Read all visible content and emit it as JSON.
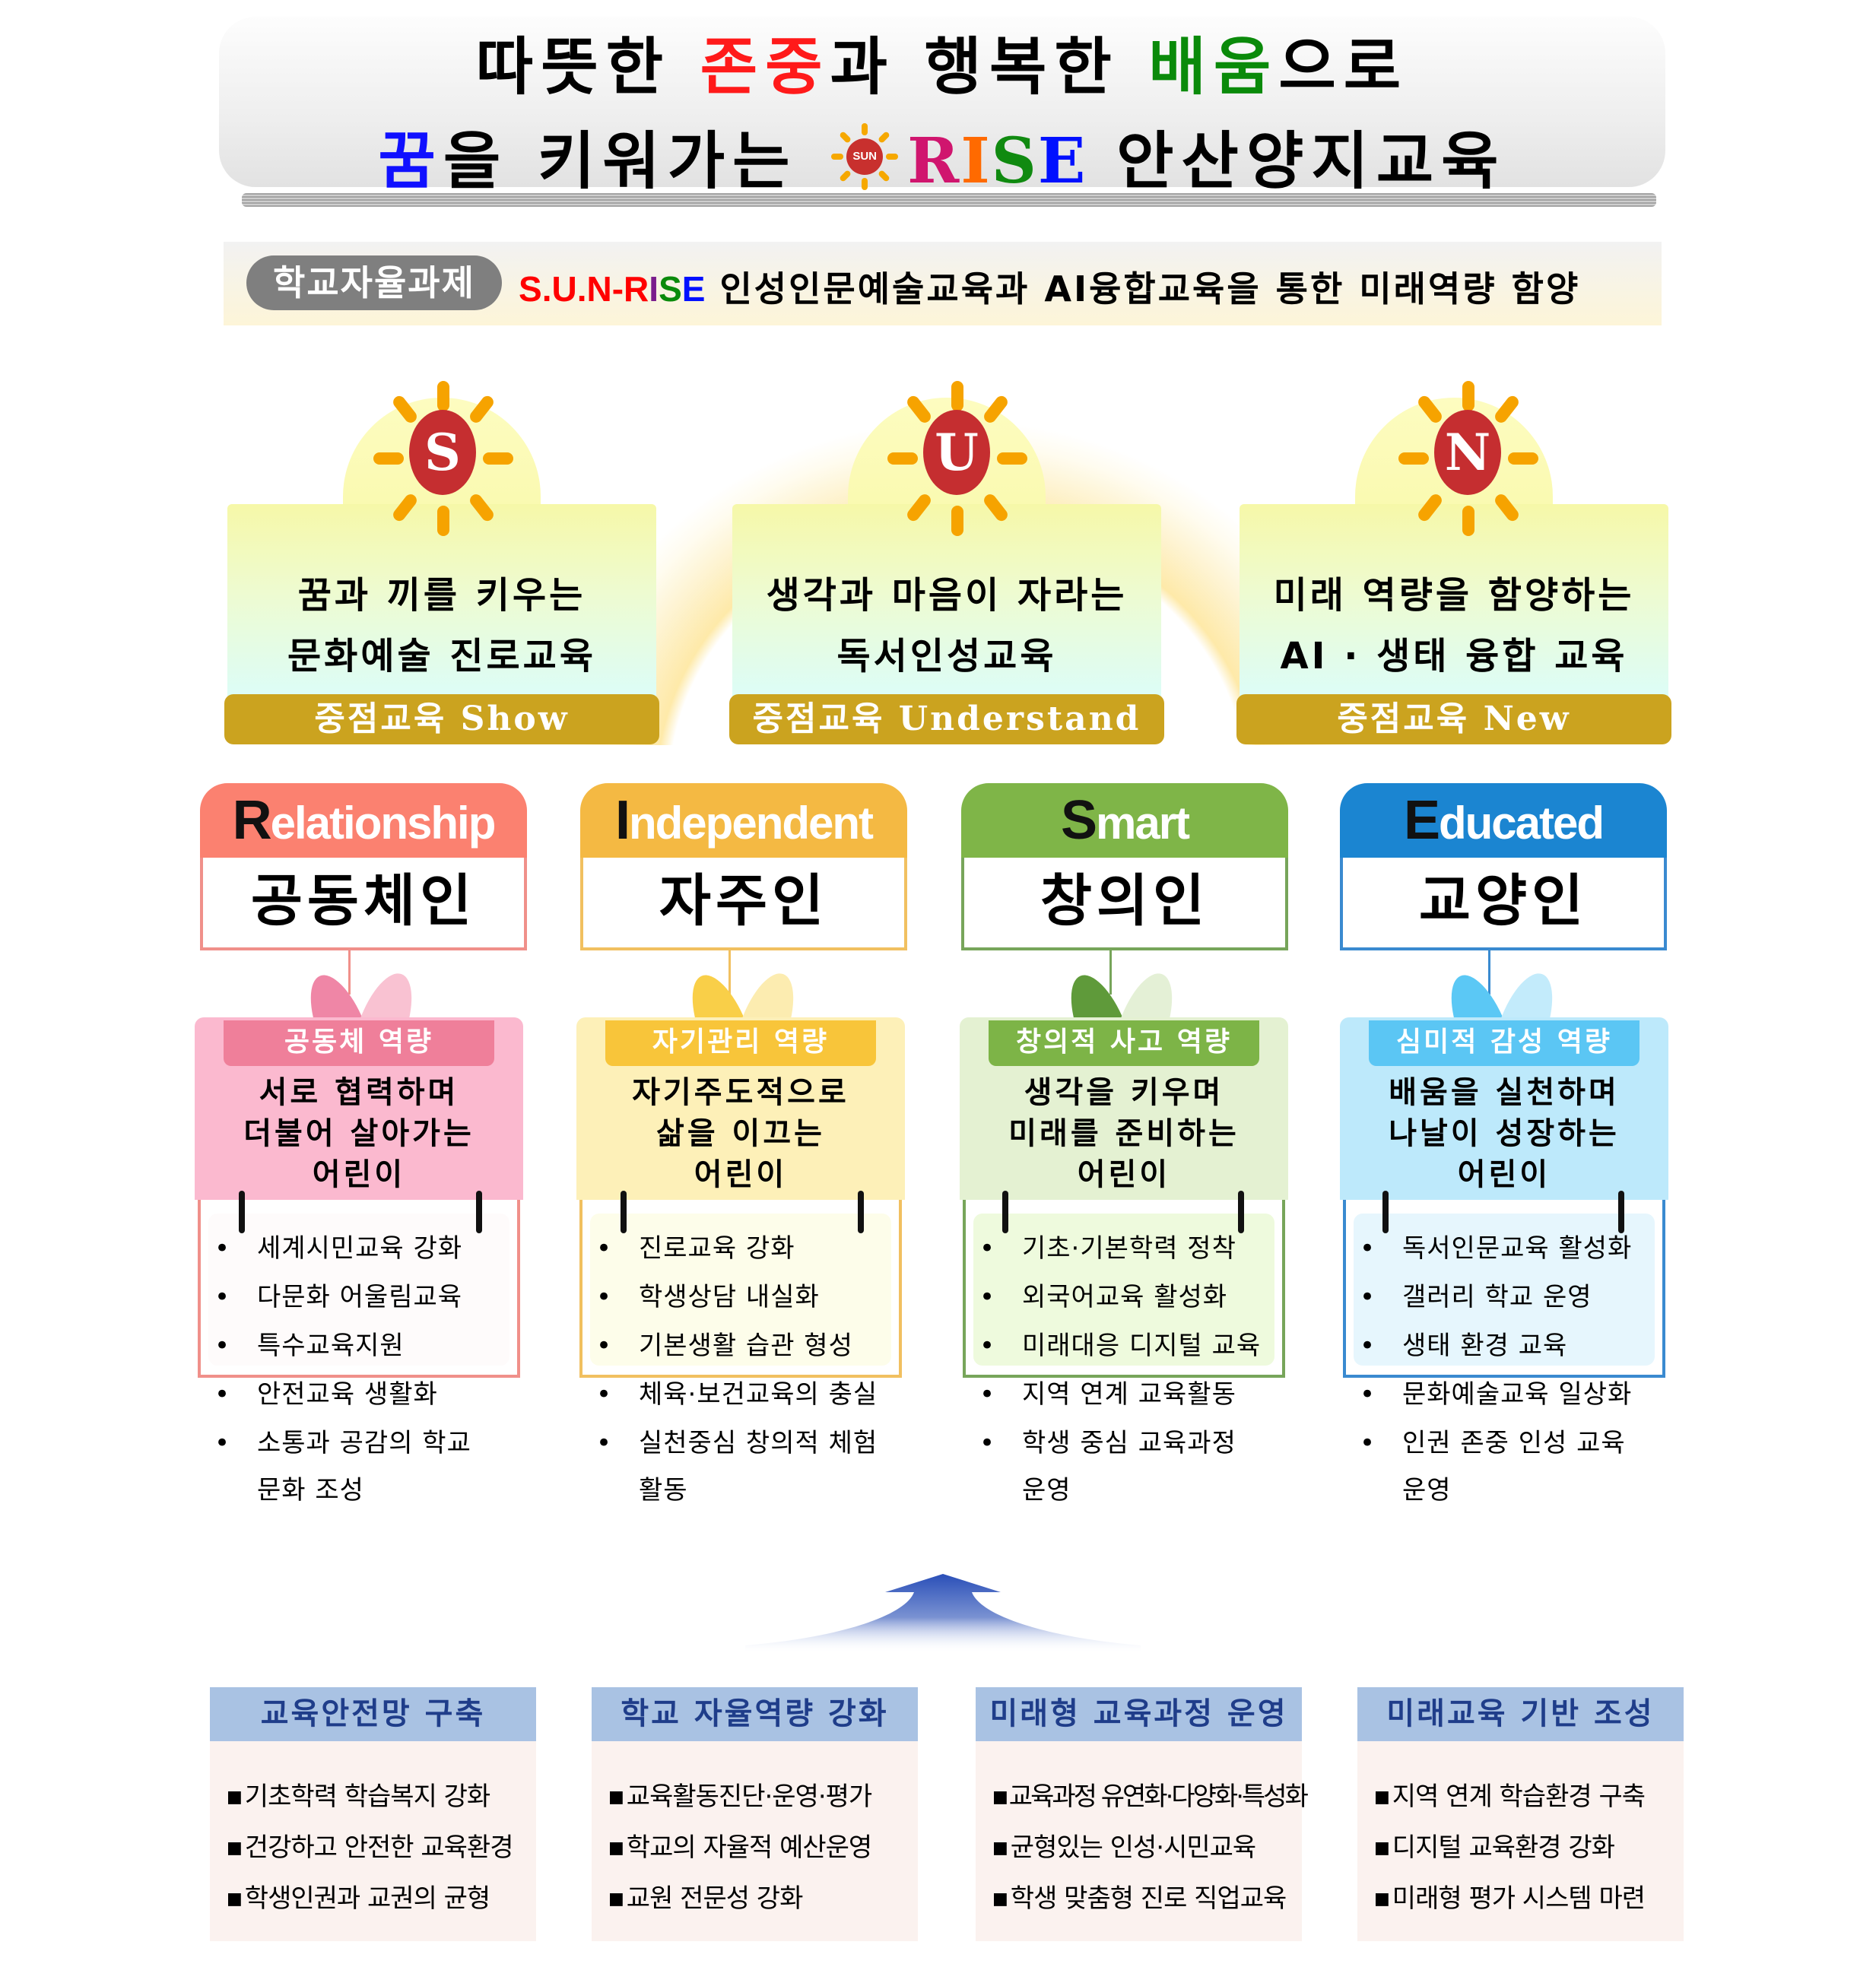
{
  "title": {
    "line1": [
      {
        "text": "따뜻한 ",
        "color": "#000000"
      },
      {
        "text": "존중",
        "color": "#ff1a1a"
      },
      {
        "text": "과 행복한 ",
        "color": "#000000"
      },
      {
        "text": "배움",
        "color": "#0a8a0a"
      },
      {
        "text": "으로",
        "color": "#000000"
      }
    ],
    "line2_prefix_colored": "꿈",
    "line2_prefix_rest": "을 키워가는",
    "logo_text": "SUN",
    "rise_letters": [
      "R",
      "I",
      "S",
      "E"
    ],
    "line2_suffix": "안산양지교육"
  },
  "subtitle": {
    "pill": "학교자율과제",
    "sunrise_parts": [
      "S",
      ".",
      "U",
      ".",
      "N",
      "-",
      "R",
      "I",
      "S",
      "E"
    ],
    "text": "인성인문예술교육과 AI융합교육을 통한 미래역량 함양"
  },
  "sun_cards": [
    {
      "letter": "S",
      "line1": "꿈과 끼를 키우는",
      "line2": "문화예술 진로교육",
      "band": "중점교육 Show"
    },
    {
      "letter": "U",
      "line1": "생각과 마음이 자라는",
      "line2": "독서인성교육",
      "band": "중점교육 Understand"
    },
    {
      "letter": "N",
      "line1": "미래 역량을 함양하는",
      "line2": "AI · 생태 융합 교육",
      "band": "중점교육 New"
    }
  ],
  "pillars": [
    {
      "cap": "R",
      "rest": "elationship",
      "name": "공동체인",
      "competency": "공동체 역량",
      "desc": [
        "서로 협력하며",
        "더불어 살아가는",
        "어린이"
      ],
      "items": [
        "세계시민교육 강화",
        "다문화 어울림교육",
        "특수교육지원",
        "안전교육 생활화",
        "소통과 공감의 학교"
      ],
      "item_continuation": "문화 조성",
      "colors": {
        "head": "#fb8170",
        "border": "#f0908a",
        "label": "#ef7f9a",
        "top": "#fbb9cf",
        "list": "#fefbfb",
        "leafA": "#ef86a6",
        "leafB": "#f9c2d2"
      }
    },
    {
      "cap": "I",
      "rest": "ndependent",
      "name": "자주인",
      "competency": "자기관리 역량",
      "desc": [
        "자기주도적으로",
        "삶을 이끄는",
        "어린이"
      ],
      "items": [
        "진로교육 강화",
        "학생상담 내실화",
        "기본생활 습관 형성",
        "체육·보건교육의 충실",
        "실천중심 창의적 체험"
      ],
      "item_continuation": "활동",
      "colors": {
        "head": "#f4b943",
        "border": "#f1c060",
        "label": "#f8c53a",
        "top": "#fdf0b8",
        "list": "#fdfdea",
        "leafA": "#f9cf48",
        "leafB": "#fcecb0"
      }
    },
    {
      "cap": "S",
      "rest": "mart",
      "name": "창의인",
      "competency": "창의적 사고 역량",
      "desc": [
        "생각을 키우며",
        "미래를 준비하는",
        "어린이"
      ],
      "items": [
        "기초·기본학력 정착",
        "외국어교육 활성화",
        "미래대응 디지털 교육",
        "지역 연계 교육활동",
        "학생 중심 교육과정"
      ],
      "item_continuation": "운영",
      "colors": {
        "head": "#7fb548",
        "border": "#77a55a",
        "label": "#7db447",
        "top": "#e4f1d2",
        "list": "#eefadd",
        "leafA": "#5f9a3a",
        "leafB": "#e4f0d6"
      }
    },
    {
      "cap": "E",
      "rest": "ducated",
      "name": "교양인",
      "competency": "심미적 감성 역량",
      "desc": [
        "배움을 실천하며",
        "나날이 성장하는",
        "어린이"
      ],
      "items": [
        "독서인문교육 활성화",
        "갤러리 학교 운영",
        "생태 환경 교육",
        "문화예술교육 일상화",
        "인권  존중  인성 교육"
      ],
      "item_continuation": "운영",
      "colors": {
        "head": "#1b85d1",
        "border": "#3a8ad0",
        "label": "#5bc6f4",
        "top": "#bde9fb",
        "list": "#e6f6fd",
        "leafA": "#5bc8f5",
        "leafB": "#c3ebfb"
      }
    }
  ],
  "bottom_boxes": [
    {
      "title": "교육안전망 구축",
      "items": [
        "기초학력 학습복지 강화",
        "건강하고 안전한 교육환경",
        "학생인권과 교권의 균형"
      ]
    },
    {
      "title": "학교 자율역량 강화",
      "items": [
        "교육활동진단·운영·평가",
        "학교의 자율적 예산운영",
        "교원 전문성 강화"
      ]
    },
    {
      "title": "미래형 교육과정 운영",
      "items": [
        "교육과정 유연화·다양화·특성화",
        "균형있는 인성·시민교육",
        "학생 맞춤형 진로 직업교육"
      ]
    },
    {
      "title": "미래교육 기반 조성",
      "items": [
        "지역 연계 학습환경 구축",
        "디지털 교육환경 강화",
        "미래형 평가 시스템 마련"
      ]
    }
  ],
  "colors": {
    "sun_core": "#c52e30",
    "sun_ray": "#f6a300",
    "band_gold": "#cba31f",
    "bottom_header": "#a9c2e3",
    "bottom_header_text": "#1f3d8a",
    "arrow": "#2a4fb8"
  }
}
